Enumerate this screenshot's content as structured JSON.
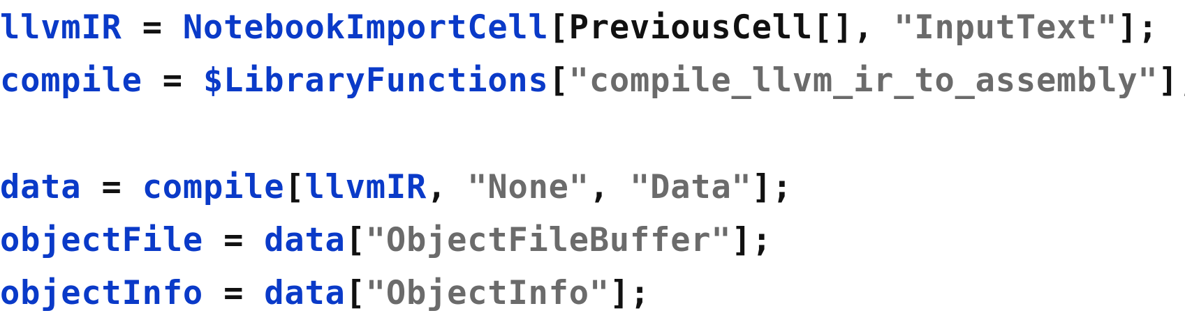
{
  "colors": {
    "symbol": "#0a3ac8",
    "punctuation": "#111111",
    "string": "#6b6b6b",
    "background": "#ffffff"
  },
  "lines": [
    {
      "kind": "code",
      "tokens": [
        {
          "t": "sym",
          "v": "llvmIR"
        },
        {
          "t": "op",
          "v": " = "
        },
        {
          "t": "sym",
          "v": "NotebookImportCell"
        },
        {
          "t": "pun",
          "v": "[PreviousCell[], "
        },
        {
          "t": "str",
          "v": "\"InputText\""
        },
        {
          "t": "pun",
          "v": "];"
        }
      ]
    },
    {
      "kind": "code",
      "tokens": [
        {
          "t": "sym",
          "v": "compile"
        },
        {
          "t": "op",
          "v": " = "
        },
        {
          "t": "sym",
          "v": "$LibraryFunctions"
        },
        {
          "t": "pun",
          "v": "["
        },
        {
          "t": "str",
          "v": "\"compile_llvm_ir_to_assembly\""
        },
        {
          "t": "pun",
          "v": "];"
        }
      ]
    },
    {
      "kind": "blank",
      "tokens": []
    },
    {
      "kind": "code",
      "tokens": [
        {
          "t": "sym",
          "v": "data"
        },
        {
          "t": "op",
          "v": " = "
        },
        {
          "t": "sym",
          "v": "compile"
        },
        {
          "t": "pun",
          "v": "["
        },
        {
          "t": "sym",
          "v": "llvmIR"
        },
        {
          "t": "pun",
          "v": ", "
        },
        {
          "t": "str",
          "v": "\"None\""
        },
        {
          "t": "pun",
          "v": ", "
        },
        {
          "t": "str",
          "v": "\"Data\""
        },
        {
          "t": "pun",
          "v": "];"
        }
      ]
    },
    {
      "kind": "code",
      "tokens": [
        {
          "t": "sym",
          "v": "objectFile"
        },
        {
          "t": "op",
          "v": " = "
        },
        {
          "t": "sym",
          "v": "data"
        },
        {
          "t": "pun",
          "v": "["
        },
        {
          "t": "str",
          "v": "\"ObjectFileBuffer\""
        },
        {
          "t": "pun",
          "v": "];"
        }
      ]
    },
    {
      "kind": "code",
      "tokens": [
        {
          "t": "sym",
          "v": "objectInfo"
        },
        {
          "t": "op",
          "v": " = "
        },
        {
          "t": "sym",
          "v": "data"
        },
        {
          "t": "pun",
          "v": "["
        },
        {
          "t": "str",
          "v": "\"ObjectInfo\""
        },
        {
          "t": "pun",
          "v": "];"
        }
      ]
    }
  ]
}
